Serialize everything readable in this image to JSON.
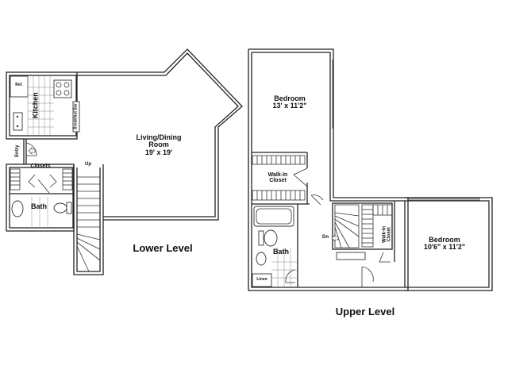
{
  "floorplan": {
    "lower_level": {
      "title": "Lower Level",
      "rooms": {
        "kitchen": {
          "label": "Kitchen"
        },
        "ref": {
          "label": "Ref."
        },
        "breakfast_bar": {
          "label": "Breakfast Bar"
        },
        "entry": {
          "label": "Entry"
        },
        "closets": {
          "label": "Closets"
        },
        "bath": {
          "label": "Bath"
        },
        "stairs_up": {
          "label": "Up"
        },
        "living": {
          "label": "Living/Dining",
          "label2": "Room",
          "dims": "19' x 19'"
        }
      }
    },
    "upper_level": {
      "title": "Upper Level",
      "rooms": {
        "bedroom1": {
          "label": "Bedroom",
          "dims": "13' x 11'2\""
        },
        "walkin1": {
          "label": "Walk-In",
          "label2": "Closet"
        },
        "bath": {
          "label": "Bath"
        },
        "linen": {
          "label": "Linen"
        },
        "stairs_down": {
          "label": "Dn"
        },
        "walkin2": {
          "label": "Walk-In",
          "label2": "Closet"
        },
        "bedroom2": {
          "label": "Bedroom",
          "dims": "10'6\" x 11'2\""
        }
      }
    }
  }
}
